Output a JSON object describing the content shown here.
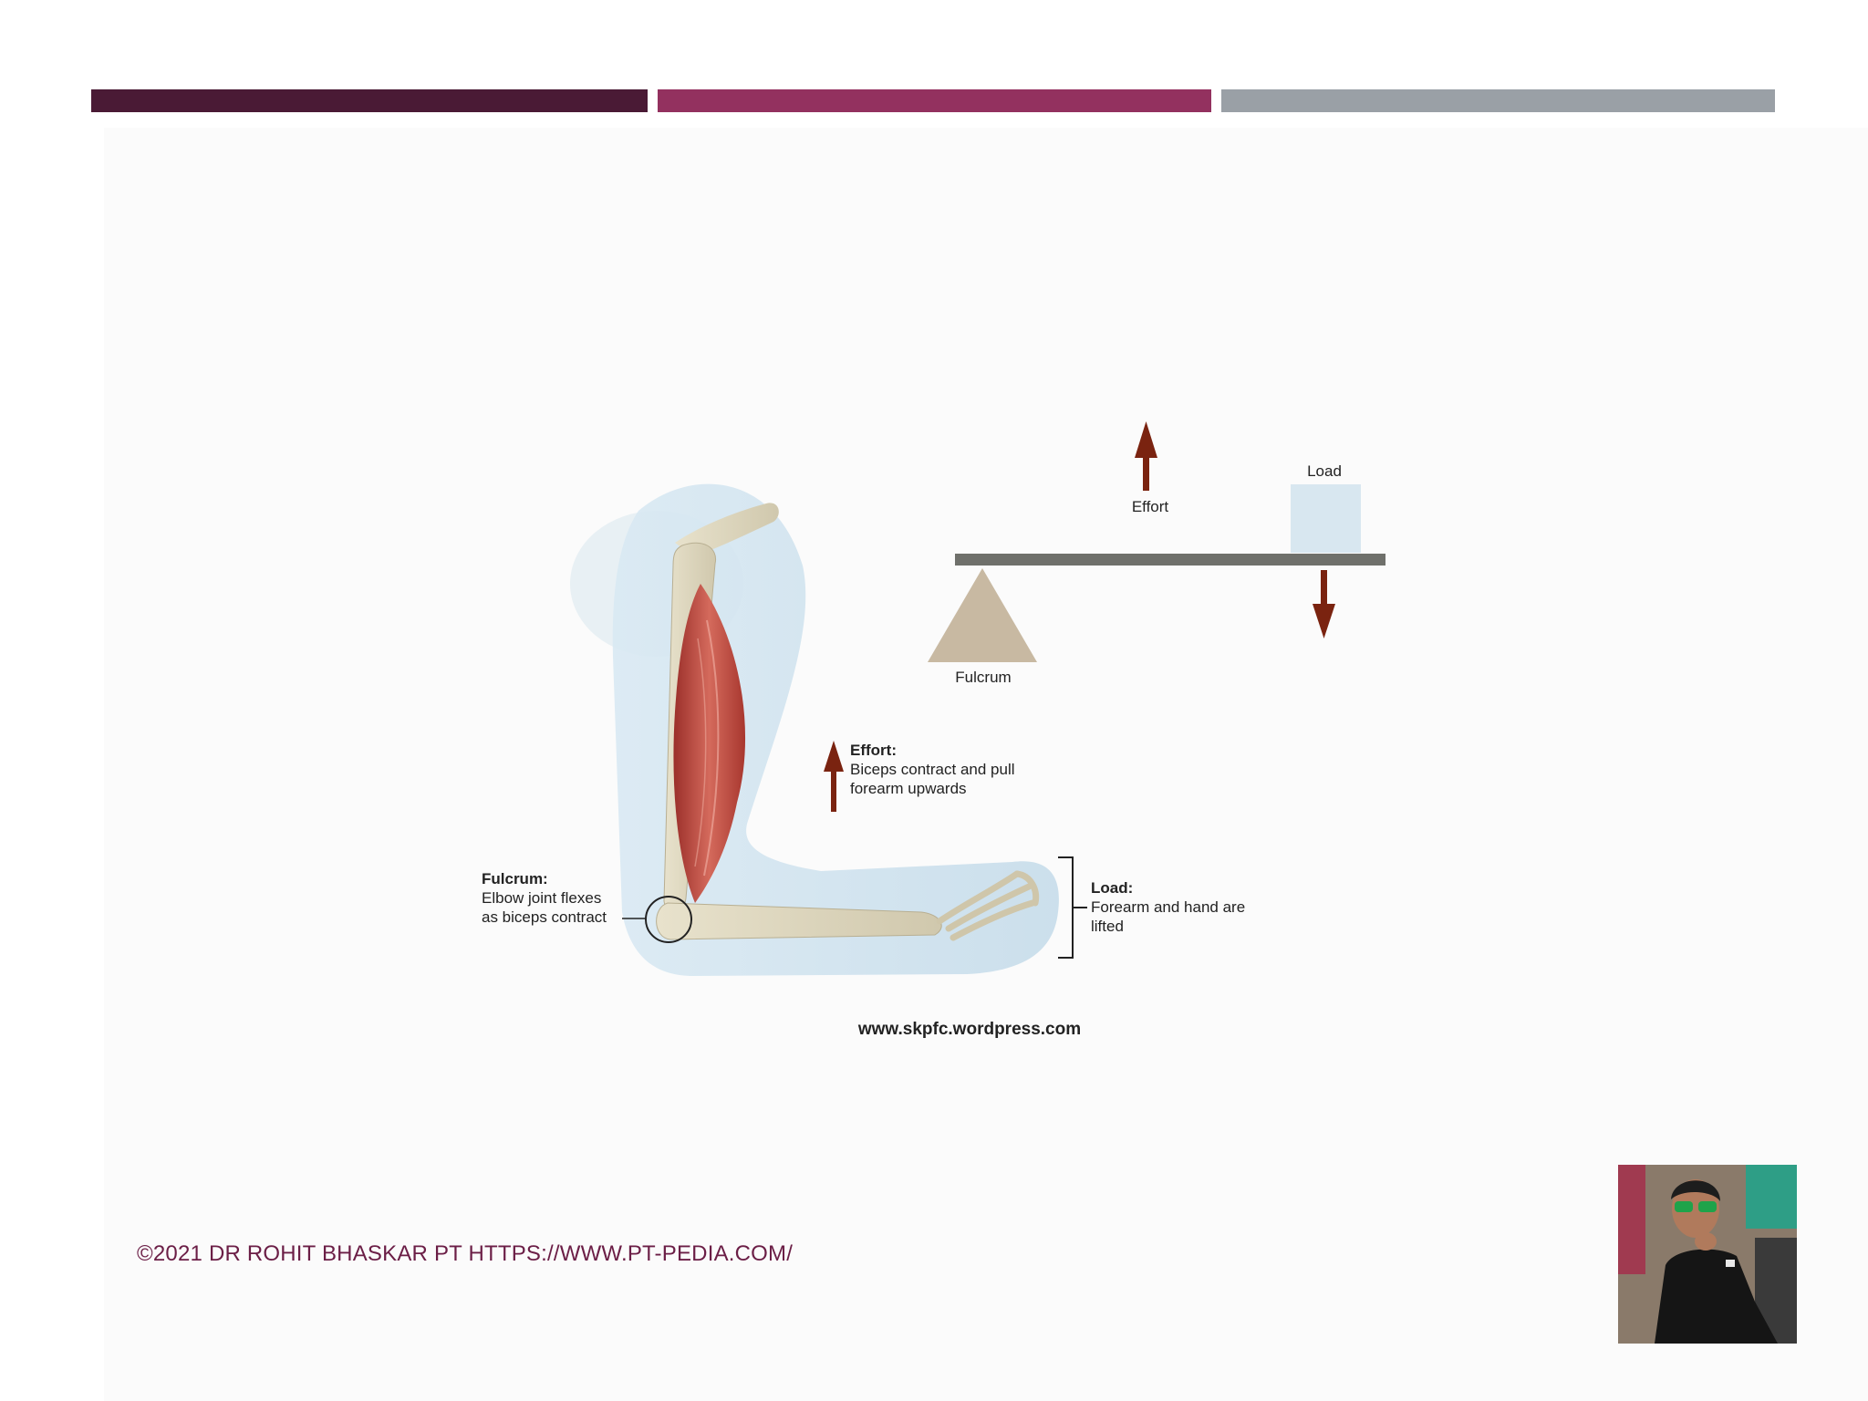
{
  "slide": {
    "accent_colors": [
      "#4a1a35",
      "#93315f",
      "#9aa0a6"
    ]
  },
  "diagram": {
    "lever": {
      "load_label": "Load",
      "effort_label": "Effort",
      "fulcrum_label": "Fulcrum"
    },
    "arm": {
      "effort_title": "Effort:",
      "effort_line1": "Biceps contract and pull",
      "effort_line2": "forearm upwards",
      "fulcrum_title": "Fulcrum:",
      "fulcrum_line1": "Elbow joint flexes",
      "fulcrum_line2": "as biceps contract",
      "load_title": "Load:",
      "load_line1": "Forearm and hand are",
      "load_line2": "lifted"
    },
    "source": "www.skpfc.wordpress.com",
    "colors": {
      "arrow": "#7a2310",
      "beam": "#6f706b",
      "fulcrum": "#c8b9a2",
      "load_box": "#d8e7f0",
      "muscle": "#c0504d"
    }
  },
  "footer": {
    "text": "©2021 DR ROHIT BHASKAR PT HTTPS://WWW.PT-PEDIA.COM/"
  },
  "photo": {
    "description_icon": "presenter-photo"
  }
}
